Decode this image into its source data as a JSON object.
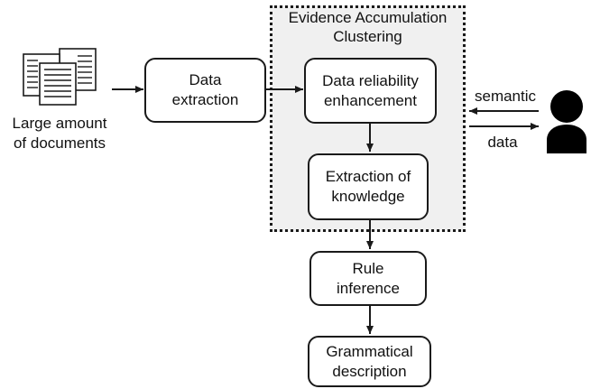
{
  "cluster": {
    "title": "Evidence Accumulation\nClustering"
  },
  "input": {
    "label": "Large amount\nof documents",
    "icon": "documents-icon"
  },
  "nodes": {
    "data_extraction": "Data\nextraction",
    "data_reliability": "Data reliability\nenhancement",
    "extraction_knowledge": "Extraction of\nknowledge",
    "rule_inference": "Rule\ninference",
    "grammatical_description": "Grammatical\ndescription"
  },
  "user": {
    "icon": "user-icon",
    "semantic_label": "semantic",
    "data_label": "data"
  },
  "colors": {
    "stroke": "#1a1a1a",
    "cluster_fill": "#f0f0f0",
    "icon_fill": "#000000"
  }
}
